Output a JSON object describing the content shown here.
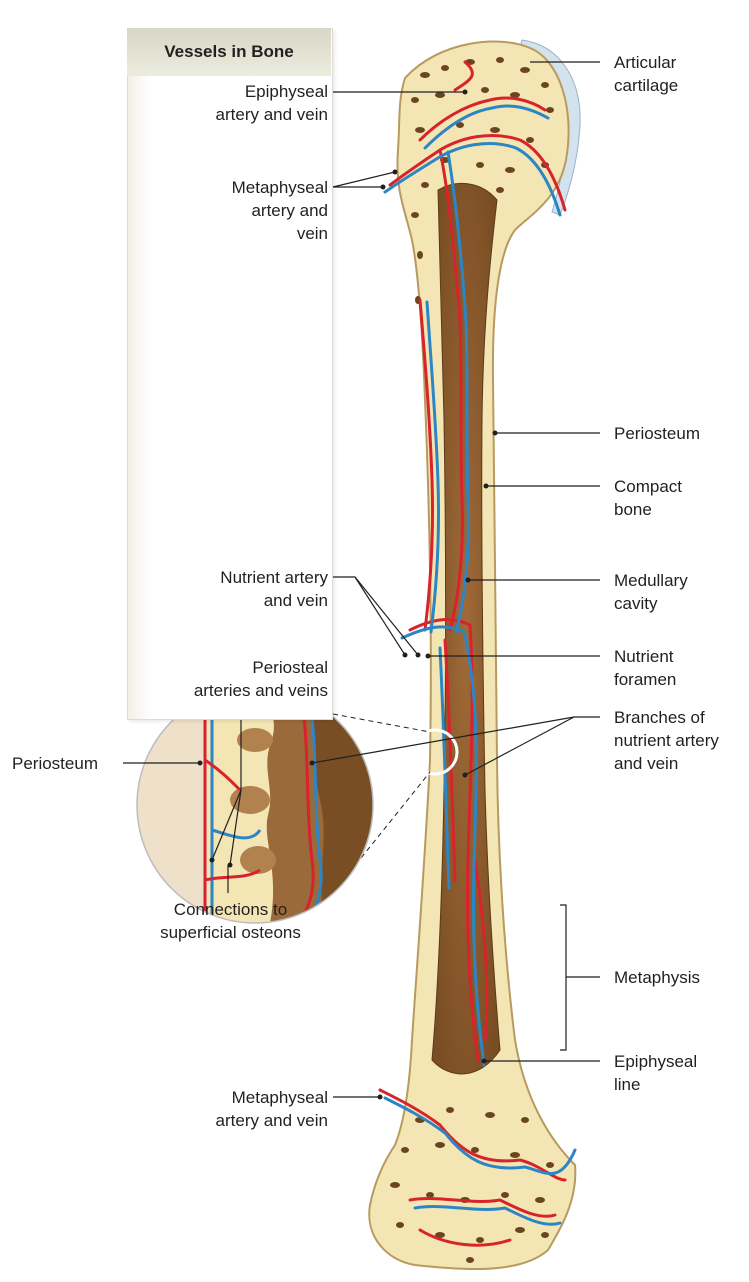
{
  "panel": {
    "title": "Vessels in Bone"
  },
  "labels": {
    "epiphyseal_artery_vein": "Epiphyseal\nartery and vein",
    "metaphyseal_artery_vein_top": "Metaphyseal\nartery and\nvein",
    "nutrient_artery_vein": "Nutrient artery\nand vein",
    "periosteal_arteries_veins": "Periosteal\narteries and veins",
    "periosteum_left": "Periosteum",
    "connections": "Connections to\nsuperficial osteons",
    "metaphyseal_artery_vein_bottom": "Metaphyseal\nartery and vein",
    "articular_cartilage": "Articular\ncartilage",
    "periosteum_right": "Periosteum",
    "compact_bone": "Compact\nbone",
    "medullary_cavity": "Medullary\ncavity",
    "nutrient_foramen": "Nutrient\nforamen",
    "branches_nutrient": "Branches of\nnutrient artery\nand vein",
    "metaphysis": "Metaphysis",
    "epiphyseal_line": "Epiphyseal\nline"
  },
  "colors": {
    "compact_bone": "#f4e6b4",
    "medullary": "#8a5a2c",
    "spongy": "#6b4520",
    "cartilage": "#d2e3ee",
    "artery": "#d9232b",
    "vein": "#2c86c6"
  }
}
